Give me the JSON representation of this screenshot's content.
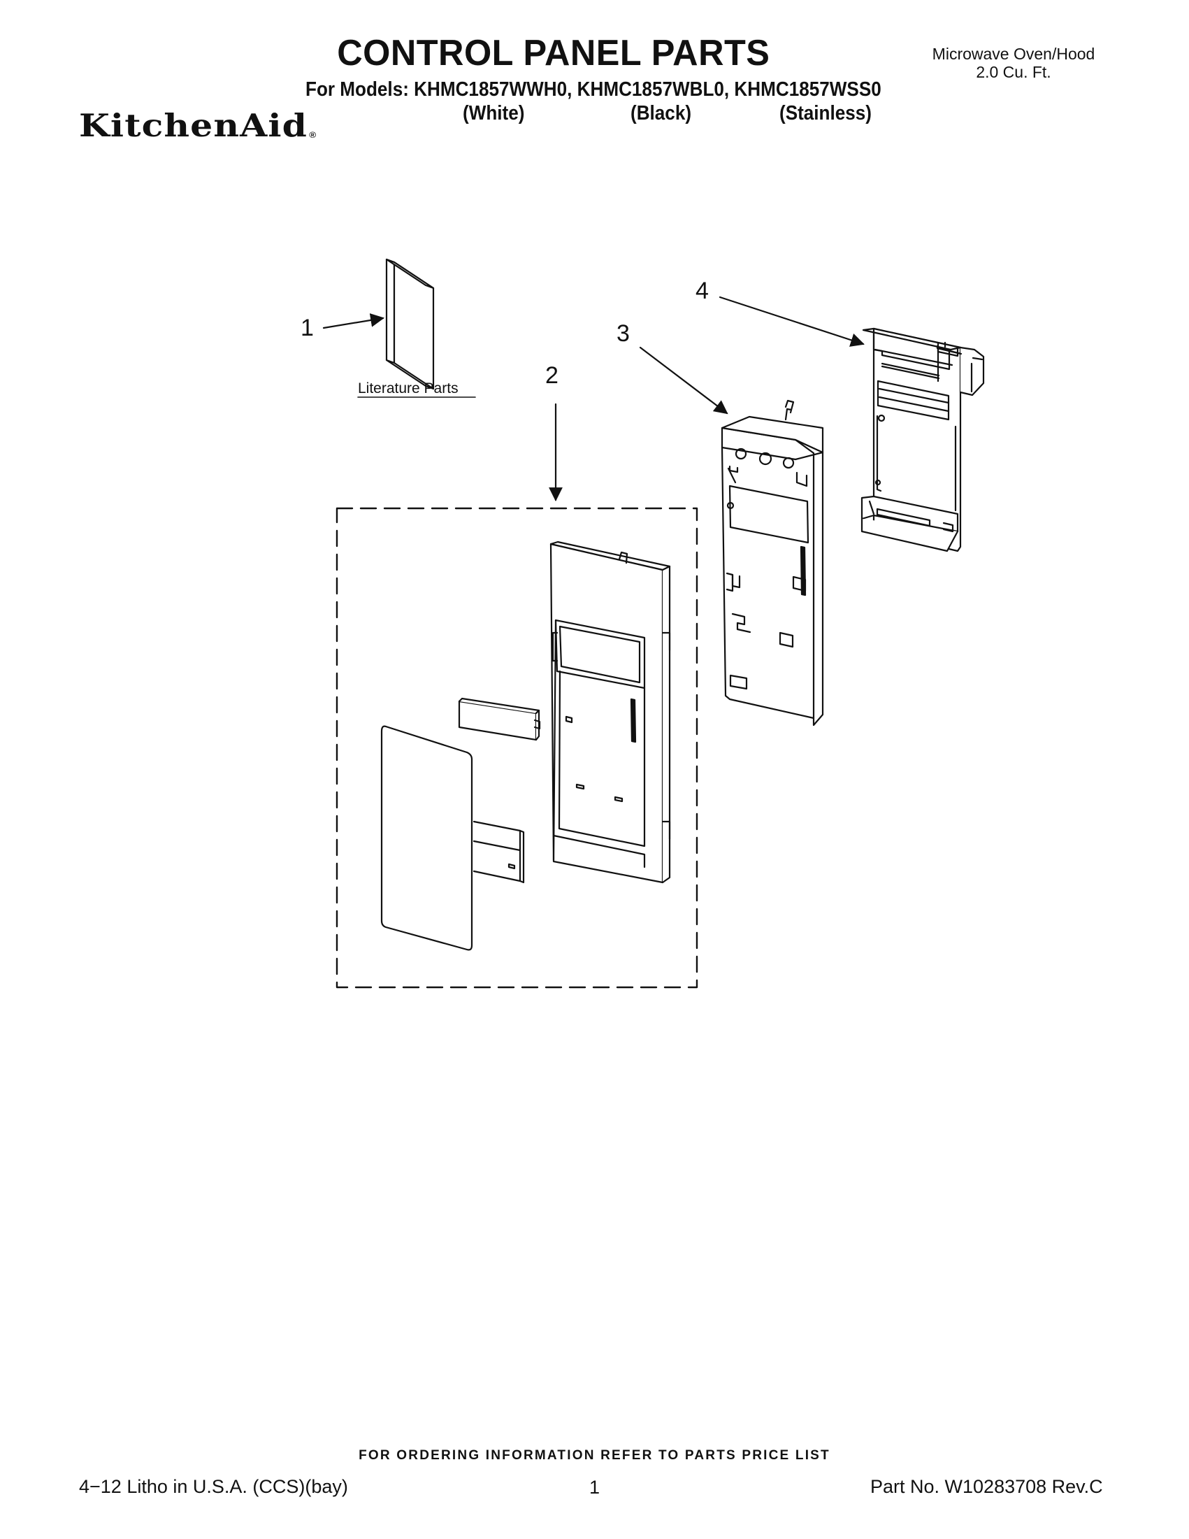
{
  "header": {
    "title": "CONTROL PANEL PARTS",
    "models": "For Models: KHMC1857WWH0, KHMC1857WBL0, KHMC1857WSS0",
    "finishes": [
      "(White)",
      "(Black)",
      "(Stainless)"
    ],
    "product_line1": "Microwave Oven/Hood",
    "product_line2": "2.0 Cu. Ft.",
    "brand": "KitchenAid",
    "brand_mark": "®"
  },
  "diagram": {
    "callouts": [
      "1",
      "2",
      "3",
      "4"
    ],
    "literature_label": "Literature Parts"
  },
  "footer": {
    "ordering_note": "FOR ORDERING INFORMATION REFER TO PARTS PRICE LIST",
    "litho": "4−12 Litho in U.S.A. (CCS)(bay)",
    "page_number": "1",
    "part_number": "Part No. W10283708 Rev.C"
  },
  "colors": {
    "ink": "#111111",
    "paper": "#ffffff",
    "shade": "#bdbdbd"
  }
}
